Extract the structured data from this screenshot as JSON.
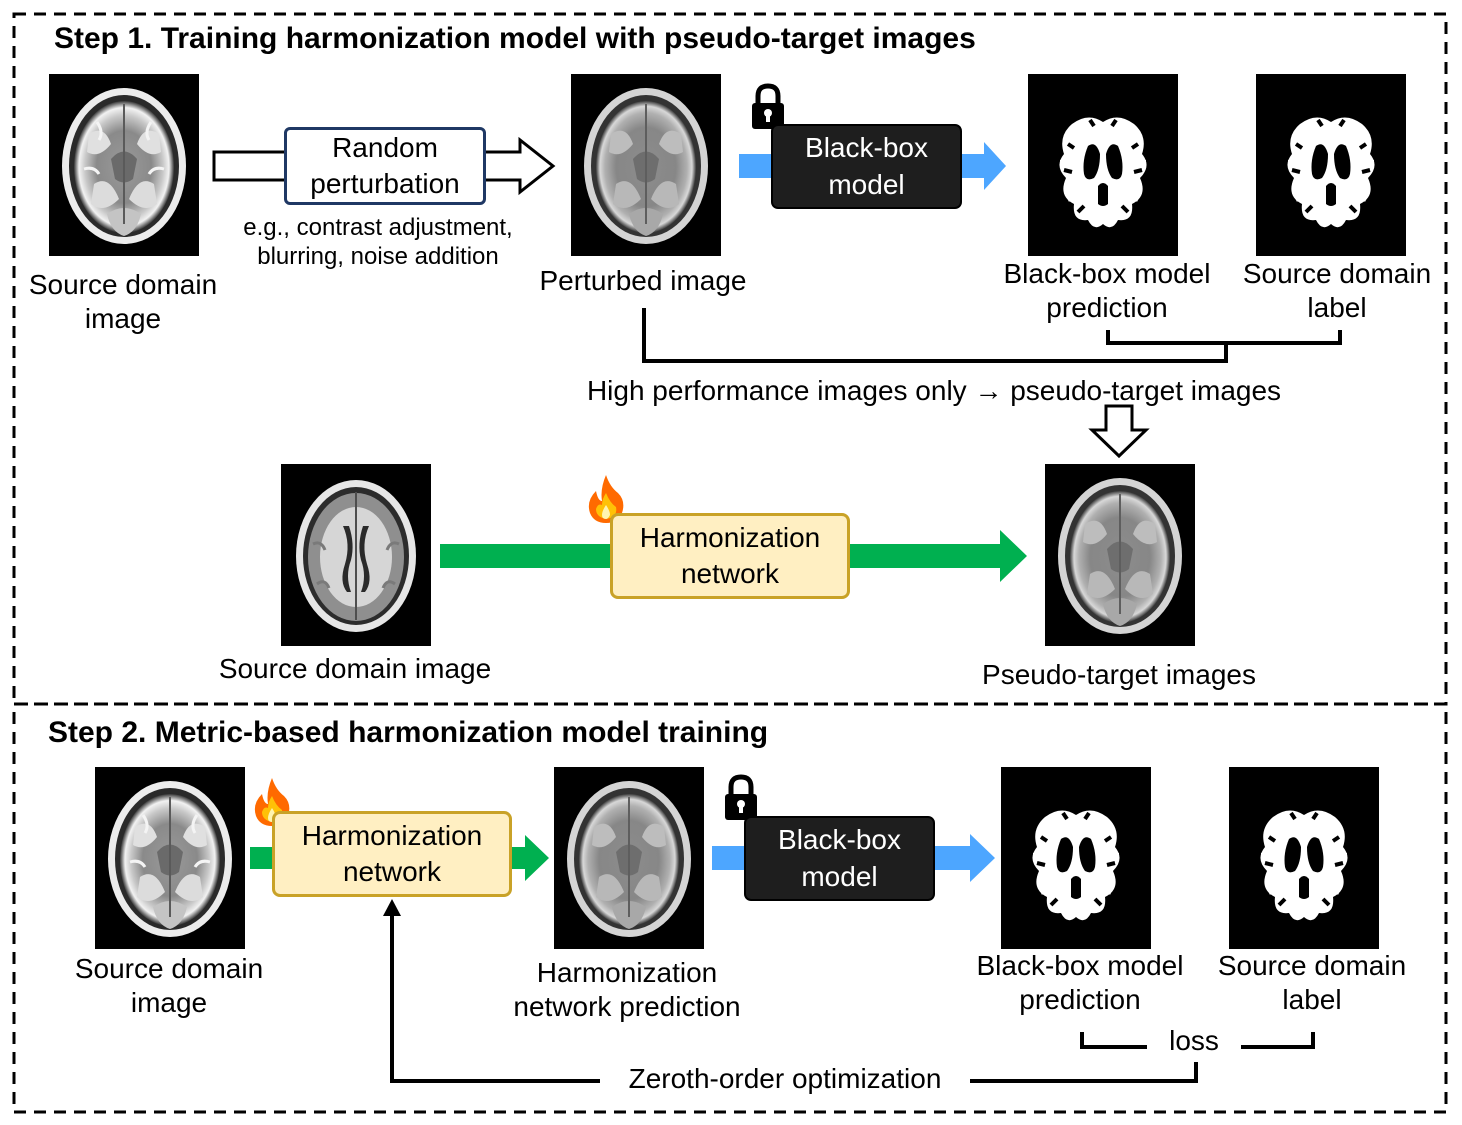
{
  "step1": {
    "title": "Step 1. Training harmonization model with pseudo-target images",
    "source_image_label": [
      "Source domain",
      "image"
    ],
    "perturbation_box": [
      "Random",
      "perturbation"
    ],
    "perturbation_examples": [
      "e.g., contrast adjustment,",
      "blurring, noise addition"
    ],
    "perturbed_image_label": "Perturbed image",
    "blackbox_box": [
      "Black-box",
      "model"
    ],
    "prediction_label": [
      "Black-box model",
      "prediction"
    ],
    "gt_label": [
      "Source domain",
      "label"
    ],
    "selection_text": "High performance images only → pseudo-target images",
    "source_image_label_2": "Source domain image",
    "harmonization_box": [
      "Harmonization",
      "network"
    ],
    "pseudo_target_label": "Pseudo-target images"
  },
  "step2": {
    "title": "Step 2. Metric-based harmonization model training",
    "source_image_label": [
      "Source domain",
      "image"
    ],
    "harmonization_box": [
      "Harmonization",
      "network"
    ],
    "harm_pred_label": [
      "Harmonization",
      "network prediction"
    ],
    "blackbox_box": [
      "Black-box",
      "model"
    ],
    "prediction_label": [
      "Black-box model",
      "prediction"
    ],
    "gt_label": [
      "Source domain",
      "label"
    ],
    "loss_label": "loss",
    "optimization_label": "Zeroth-order optimization"
  },
  "icons": {
    "lock": "lock-icon",
    "flame": "flame-icon",
    "brain_scan": "brain-mri-icon",
    "segmentation_mask": "segmentation-mask-icon"
  },
  "colors": {
    "flow_green": "#00b050",
    "flow_blue": "#4da6ff",
    "blackbox_fill": "#1e1e1e",
    "harmonization_fill": "#ffefc2",
    "harmonization_border": "#c9a227",
    "perturbation_border": "#1f3864"
  }
}
